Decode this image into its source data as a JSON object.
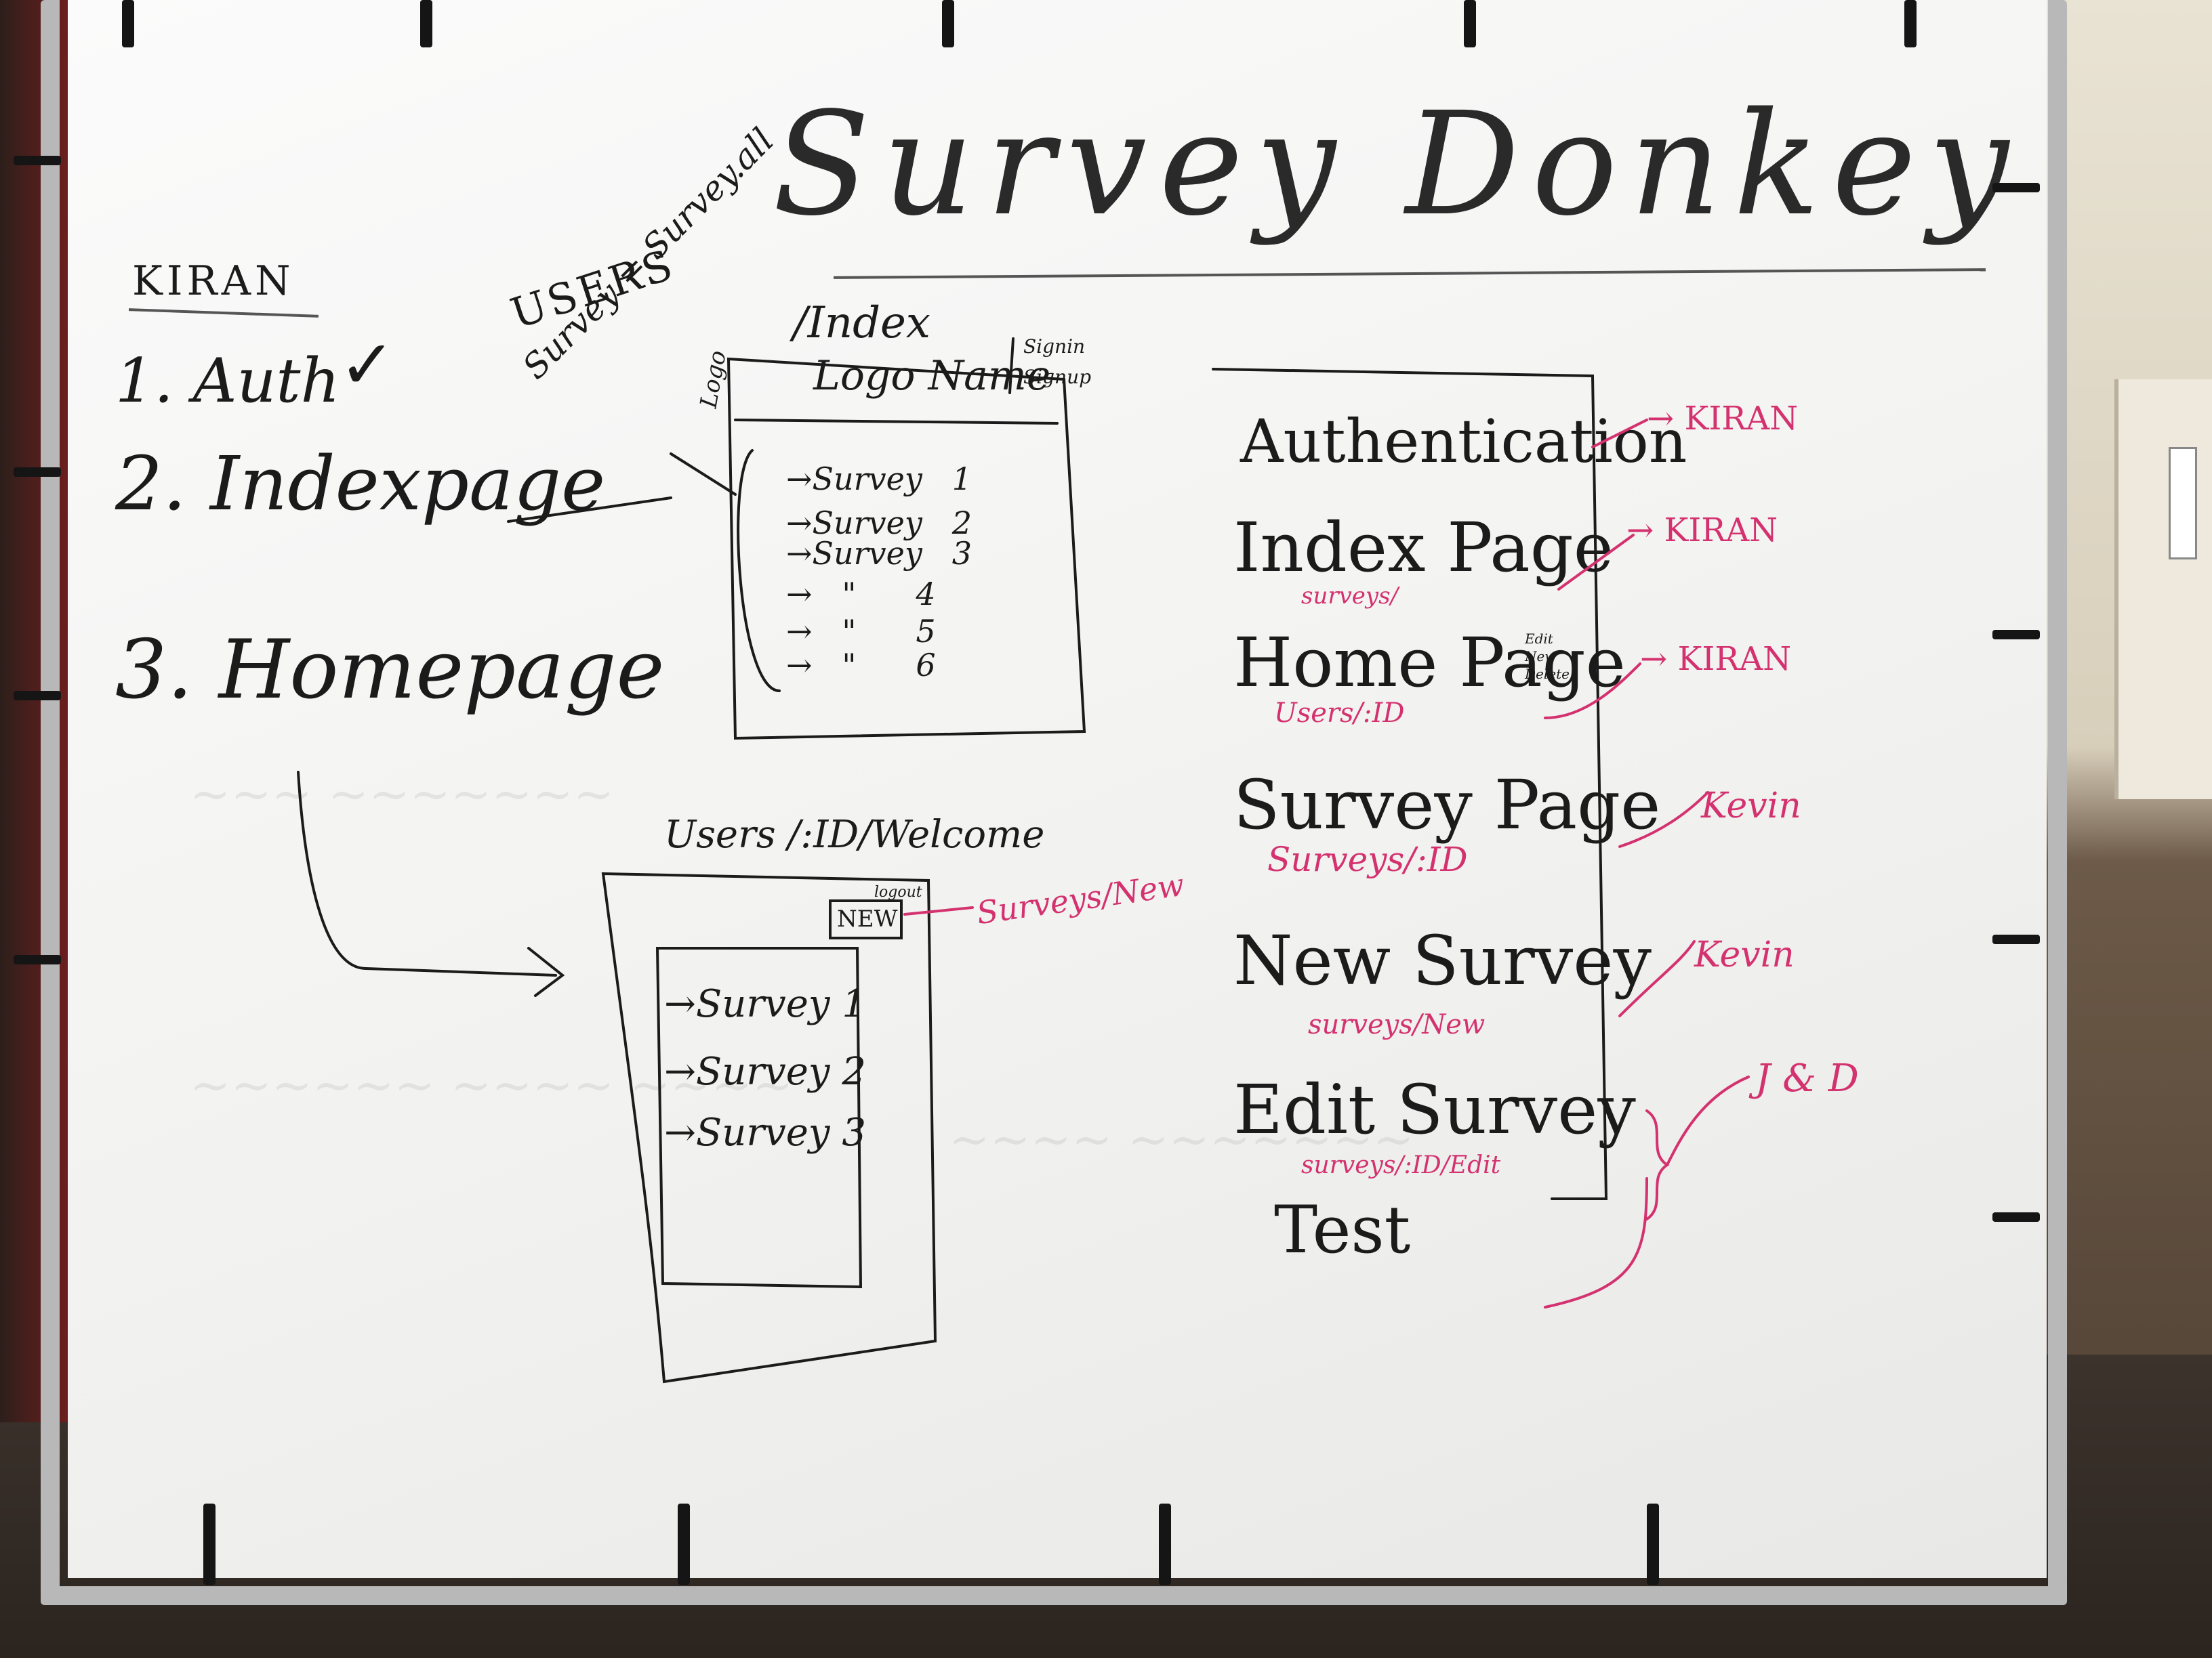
{
  "title": "Survey Donkey",
  "left": {
    "name": "KIRAN",
    "items": [
      "1. Auth",
      "2. Indexpage",
      "3. Homepage"
    ],
    "check": "✓"
  },
  "users_label": "USERS",
  "survey_all": "Survey = Survey.all",
  "index_sketch": {
    "label": "/Index",
    "header": "Logo Name",
    "logo_box": "Logo",
    "signin": "Signin",
    "signup": "Signup",
    "rows": [
      {
        "name": "Survey",
        "num": "1"
      },
      {
        "name": "Survey",
        "num": "2"
      },
      {
        "name": "Survey",
        "num": "3"
      },
      {
        "name": "\"",
        "num": "4"
      },
      {
        "name": "\"",
        "num": "5"
      },
      {
        "name": "\"",
        "num": "6"
      }
    ]
  },
  "welcome_sketch": {
    "label": "Users /:ID/Welcome",
    "logout": "logout",
    "new_button": "NEW",
    "new_route": "Surveys/New",
    "rows": [
      "Survey 1",
      "Survey 2",
      "Survey 3"
    ]
  },
  "pages": [
    {
      "name": "Authentication",
      "route": "",
      "owner": "KIRAN"
    },
    {
      "name": "Index Page",
      "route": "surveys/",
      "owner": "KIRAN"
    },
    {
      "name": "Home Page",
      "route": "Users/:ID",
      "owner": "KIRAN"
    },
    {
      "name": "Survey Page",
      "route": "Surveys/:ID",
      "owner": "Kevin"
    },
    {
      "name": "New Survey",
      "route": "surveys/New",
      "owner": "Kevin"
    },
    {
      "name": "Edit Survey",
      "route": "surveys/:ID/Edit",
      "owner": "J & D"
    },
    {
      "name": "Test",
      "route": "",
      "owner": ""
    }
  ],
  "home_notes": [
    "Edit",
    "New",
    "Delete"
  ],
  "colors": {
    "ink": "#1b1b1b",
    "pink": "#d4316f",
    "board": "#f5f5f3"
  }
}
